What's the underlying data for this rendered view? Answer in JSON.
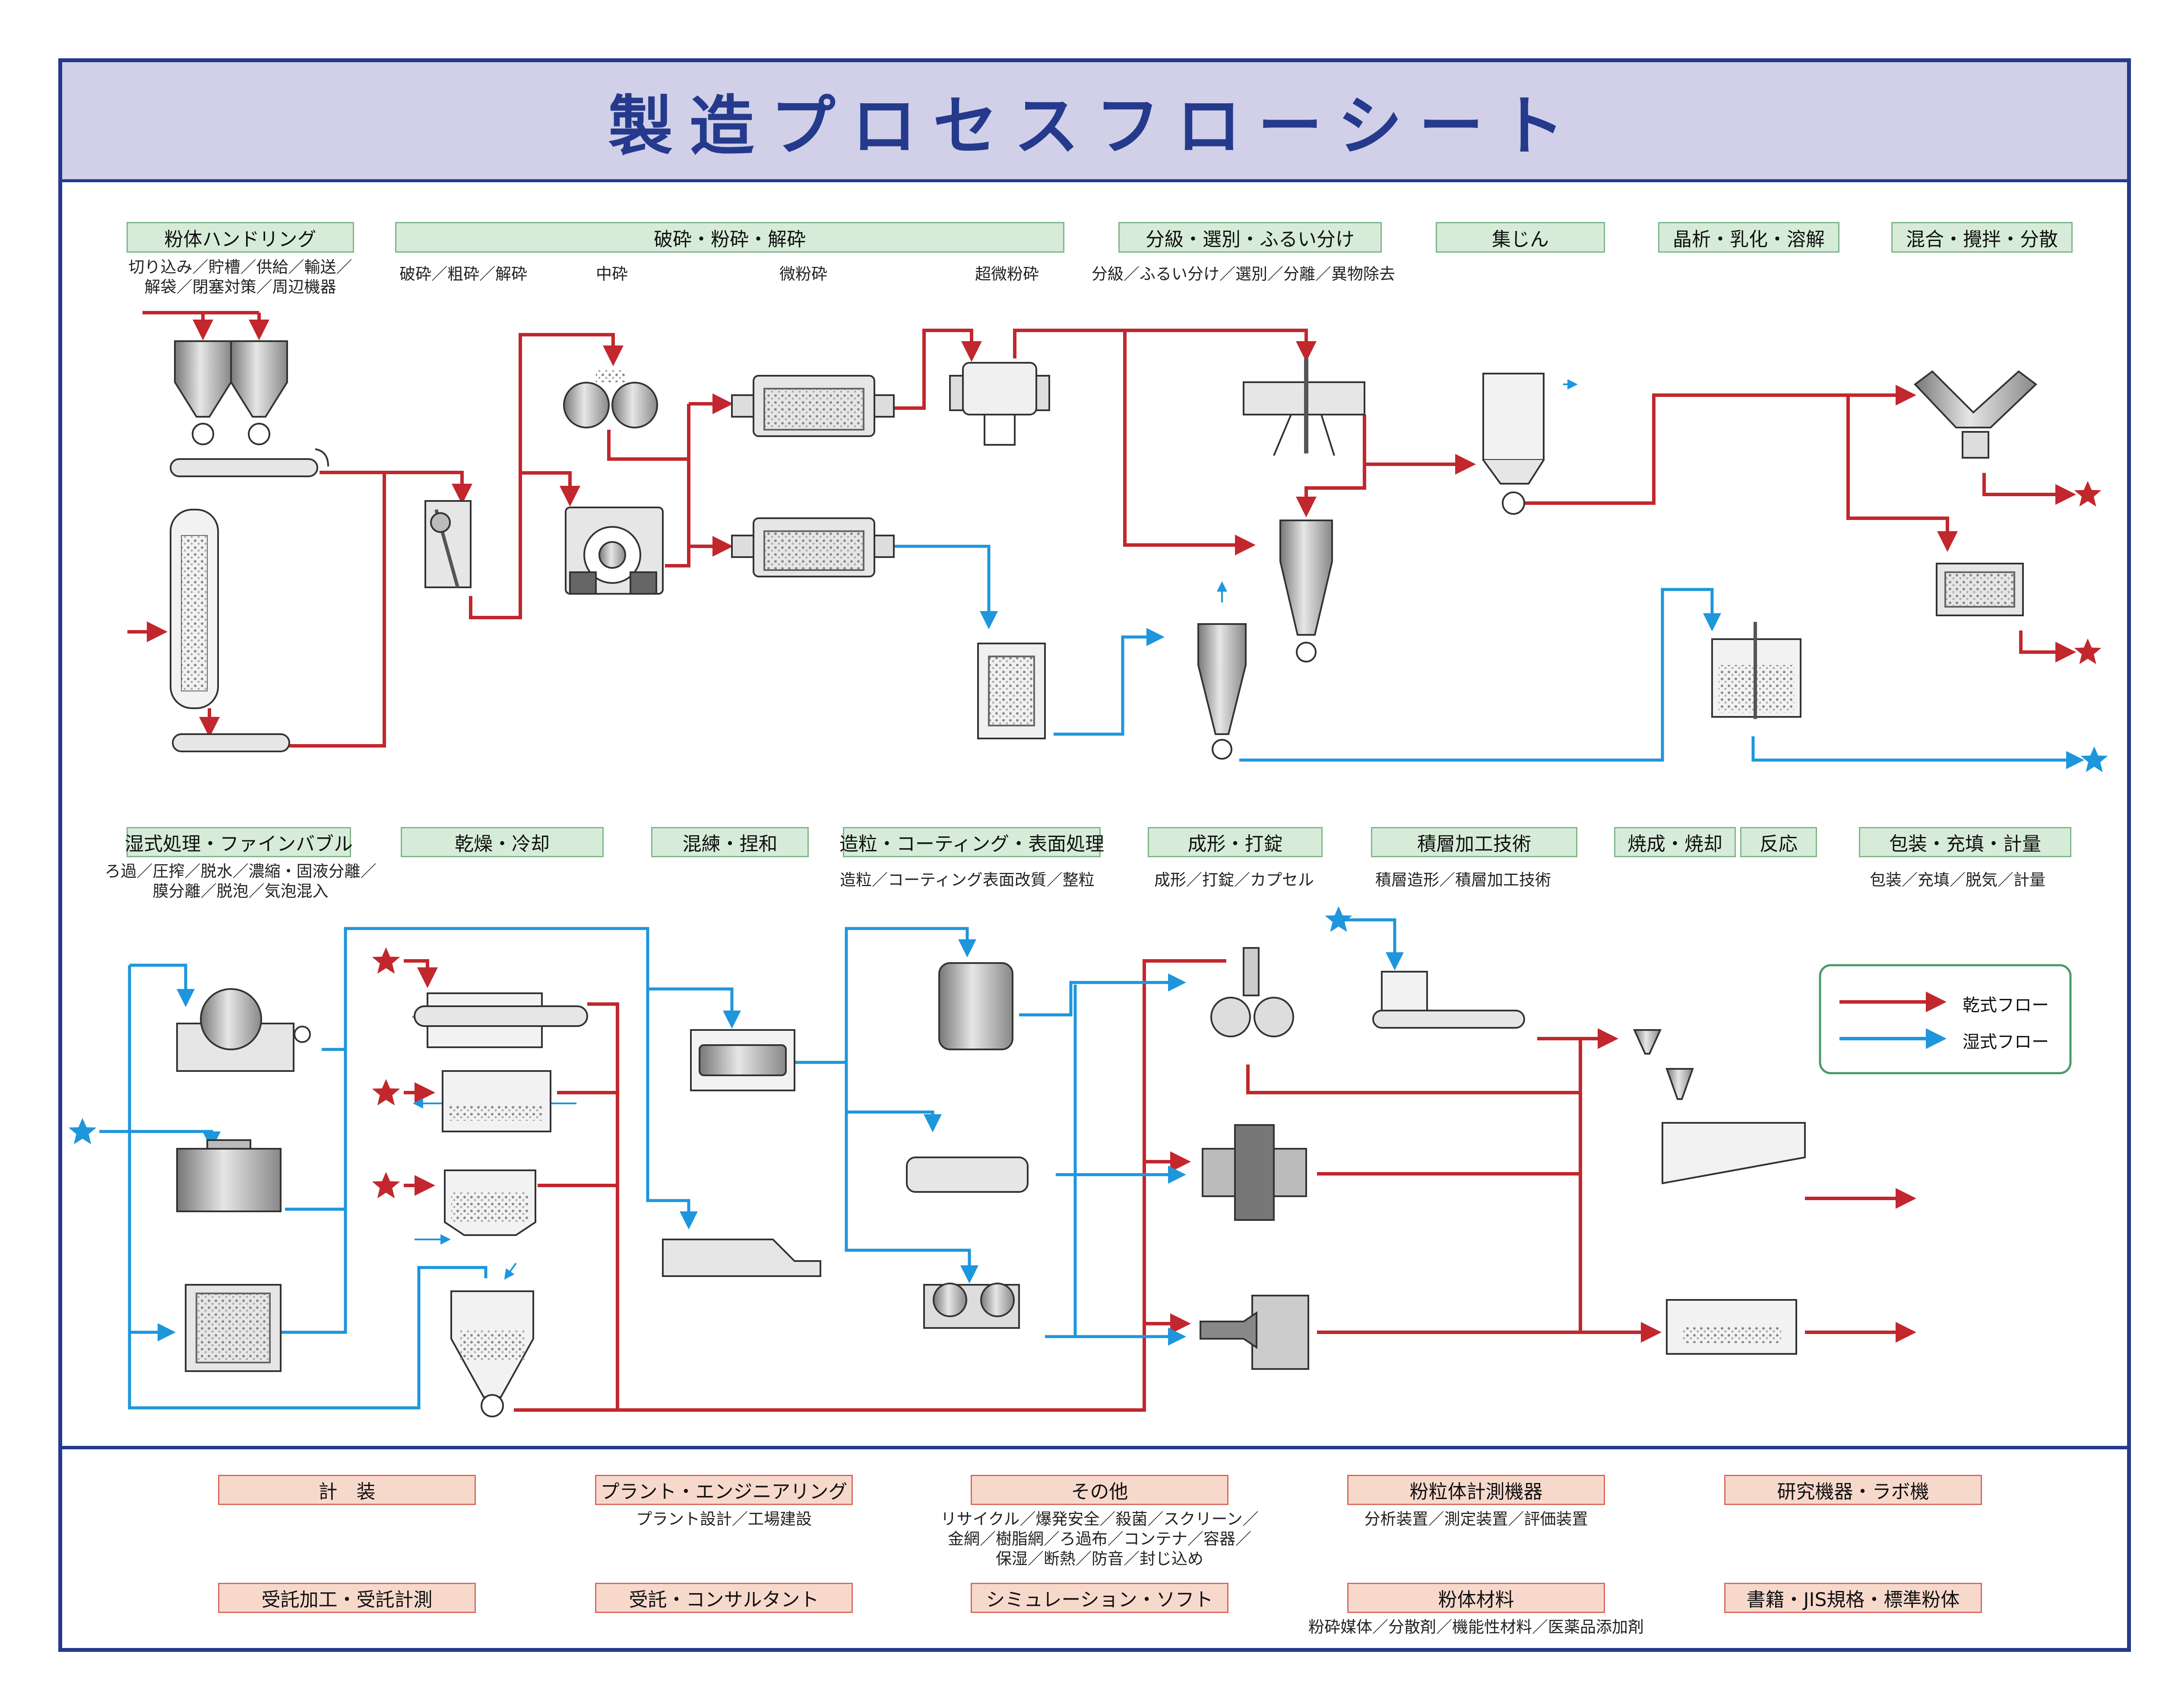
{
  "title": "製造プロセスフローシート",
  "colors": {
    "frame": "#253a8c",
    "title_bg": "#d1d0e8",
    "dry_flow": "#c1272d",
    "wet_flow": "#1e96dc",
    "category_bg": "#d7ecd8",
    "service_bg": "#f7d9cc",
    "equipment": "#9c9c9c"
  },
  "top_categories": [
    {
      "label": "粉体ハンドリング",
      "sub": [
        "切り込み／貯槽／供給／輸送／",
        "解袋／閉塞対策／周辺機器"
      ]
    },
    {
      "label": "破砕・粉砕・解砕",
      "sub_items": [
        "破砕／粗砕／解砕",
        "中砕",
        "微粉砕",
        "超微粉砕"
      ]
    },
    {
      "label": "分級・選別・ふるい分け",
      "sub": [
        "分級／ふるい分け／選別／分離／異物除去"
      ]
    },
    {
      "label": "集じん"
    },
    {
      "label": "晶析・乳化・溶解"
    },
    {
      "label": "混合・攪拌・分散"
    }
  ],
  "mid_categories": [
    {
      "label": "湿式処理・ファインバブル",
      "sub": [
        "ろ過／圧搾／脱水／濃縮・固液分離／",
        "膜分離／脱泡／気泡混入"
      ]
    },
    {
      "label": "乾燥・冷却"
    },
    {
      "label": "混練・捏和"
    },
    {
      "label": "造粒・コーティング・表面処理",
      "sub": [
        "造粒／コーティング表面改質／整粒"
      ]
    },
    {
      "label": "成形・打錠",
      "sub": [
        "成形／打錠／カプセル"
      ]
    },
    {
      "label": "積層加工技術",
      "sub": [
        "積層造形／積層加工技術"
      ]
    },
    {
      "label": "焼成・焼却"
    },
    {
      "label": "反応"
    },
    {
      "label": "包装・充填・計量",
      "sub": [
        "包装／充填／脱気／計量"
      ]
    }
  ],
  "legend": {
    "dry": "乾式フロー",
    "wet": "湿式フロー"
  },
  "services": [
    {
      "label": "計　装"
    },
    {
      "label": "プラント・エンジニアリング",
      "sub": [
        "プラント設計／工場建設"
      ]
    },
    {
      "label": "その他",
      "sub": [
        "リサイクル／爆発安全／殺菌／スクリーン／",
        "金網／樹脂網／ろ過布／コンテナ／容器／",
        "保湿／断熱／防音／封じ込め"
      ]
    },
    {
      "label": "粉粒体計測機器",
      "sub": [
        "分析装置／測定装置／評価装置"
      ]
    },
    {
      "label": "研究機器・ラボ機"
    },
    {
      "label": "受託加工・受託計測"
    },
    {
      "label": "受託・コンサルタント"
    },
    {
      "label": "シミュレーション・ソフト"
    },
    {
      "label": "粉体材料",
      "sub": [
        "粉砕媒体／分散剤／機能性材料／医薬品添加剤"
      ]
    },
    {
      "label": "書籍・JIS規格・標準粉体"
    }
  ]
}
